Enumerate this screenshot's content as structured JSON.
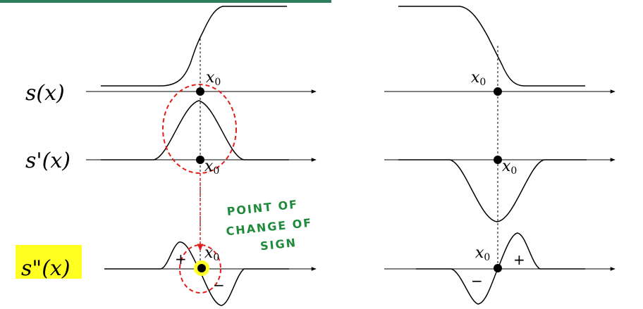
{
  "header_bar_color": "#2e7d5b",
  "labels": {
    "s": "s(x)",
    "s_prime": "s'(x)",
    "s_double_prime": "s\"(x)",
    "x0_main": "x",
    "x0_sub": "0",
    "plus": "+",
    "minus": "−"
  },
  "annotation": {
    "lines": [
      "POINT OF",
      "CHANGE  OF",
      "SIGN"
    ],
    "color": "#1e8a3a"
  },
  "colors": {
    "curve": "#000000",
    "highlight_circle": "#e0201c",
    "label_highlight": "#ffff22",
    "point_highlight": "#ffff22"
  }
}
